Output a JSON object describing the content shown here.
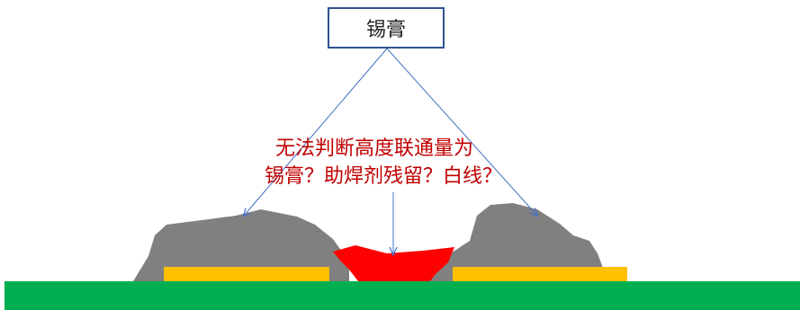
{
  "diagram": {
    "label_box": {
      "text": "锡膏"
    },
    "annotation": {
      "line1": "无法判断高度联通量为",
      "line2": "锡膏？助焊剂残留？白线？"
    },
    "colors": {
      "board": "#00B050",
      "pad": "#FFC000",
      "solder_paste": "#808080",
      "residue": "#FF0000",
      "arrow": "#4472C4",
      "box_border": "#2F528F",
      "annotation": "#C00000"
    }
  }
}
